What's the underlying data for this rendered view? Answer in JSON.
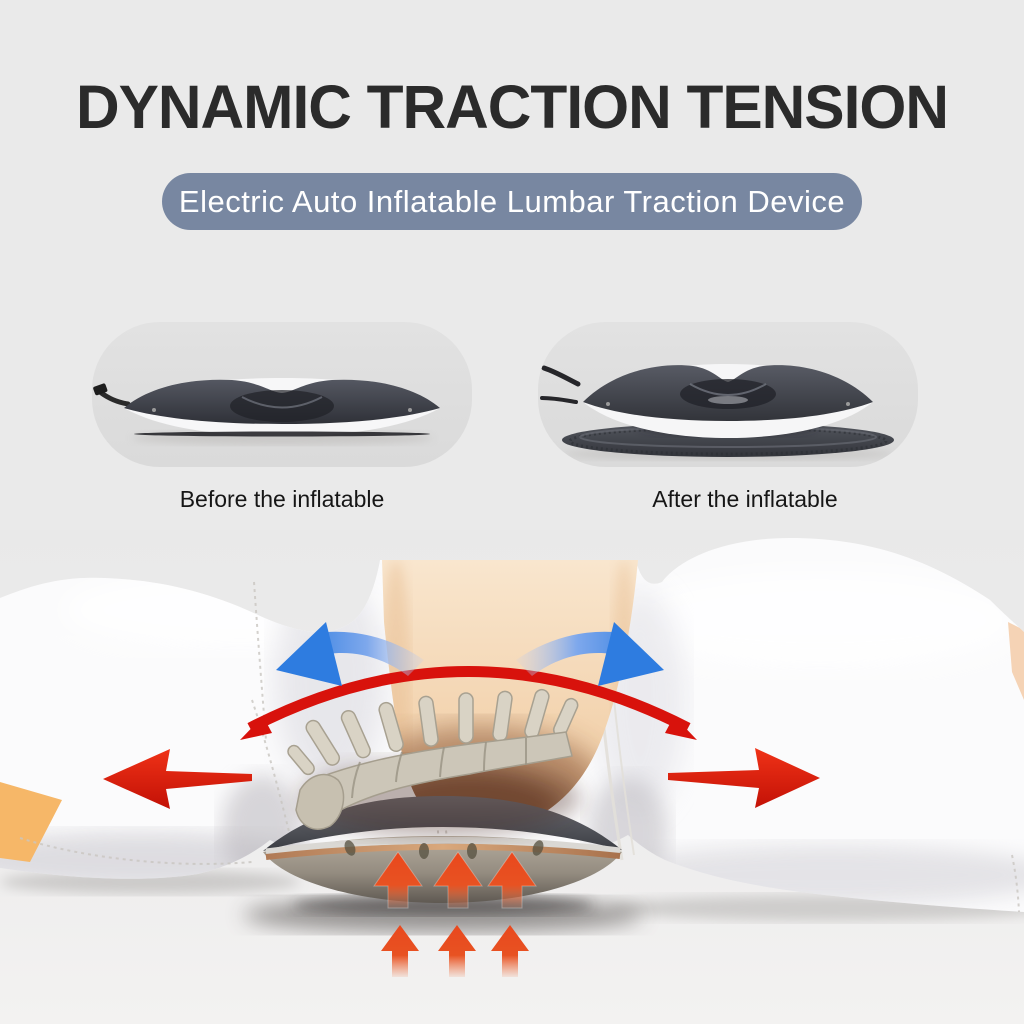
{
  "page": {
    "background": "#eaeaea"
  },
  "header": {
    "title": "DYNAMIC TRACTION TENSION"
  },
  "subtitle": {
    "text": "Electric Auto Inflatable Lumbar Traction Device"
  },
  "comparison": {
    "before": {
      "caption": "Before the inflatable"
    },
    "after": {
      "caption": "After the inflatable"
    }
  },
  "colors": {
    "title_text": "#2b2b2b",
    "subtitle_pill_bg": "#7887a1",
    "subtitle_text": "#ffffff",
    "capsule_bg": "#dedede",
    "traction_arrow_red": "#e02315",
    "arch_arrow_red": "#d8120c",
    "stretch_arrow_blue": "#2e7ce0",
    "inflate_arrow_orange": "#e94a1e",
    "skin_tone": "#f3d2ae",
    "clothing_white": "#fbfbfc",
    "accent_wedge_orange": "#f6b768",
    "device_body_gray": "#4a4d55",
    "device_rim_bronze": "#c08868",
    "spine_bone": "#d6d0c2"
  }
}
